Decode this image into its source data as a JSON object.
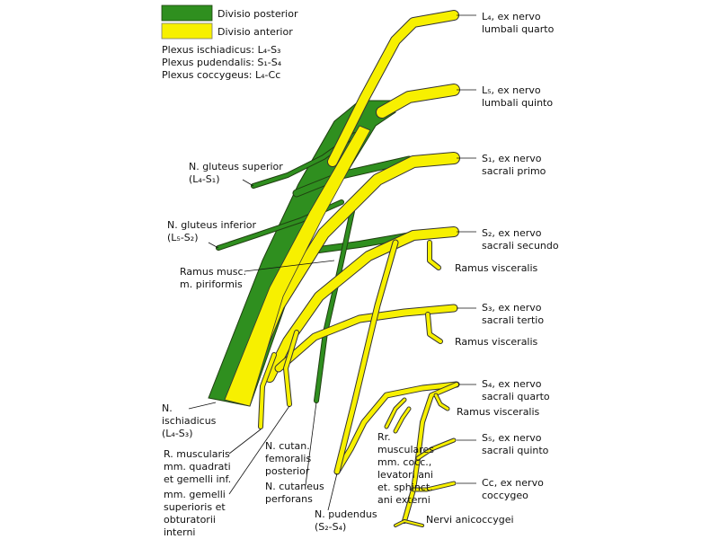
{
  "colors": {
    "posterior": "#2f8f1f",
    "anterior": "#f7f000",
    "outline": "#333333"
  },
  "legend": {
    "posterior_label": "Divisio posterior",
    "anterior_label": "Divisio anterior",
    "plexus_lines": [
      "Plexus ischiadicus: L₄-S₃",
      "Plexus pudendalis: S₁-S₄",
      "Plexus coccygeus: L₄-Cc"
    ]
  },
  "roots": [
    {
      "line1": "L₄, ex nervo",
      "line2": "lumbali quarto"
    },
    {
      "line1": "L₅, ex nervo",
      "line2": "lumbali quinto"
    },
    {
      "line1": "S₁, ex nervo",
      "line2": "sacrali primo"
    },
    {
      "line1": "S₂, ex nervo",
      "line2": "sacrali secundo"
    },
    {
      "line1": "S₃, ex nervo",
      "line2": "sacrali tertio"
    },
    {
      "line1": "S₄, ex nervo",
      "line2": "sacrali quarto"
    },
    {
      "line1": "S₅, ex nervo",
      "line2": "sacrali quinto"
    },
    {
      "line1": "Cc, ex nervo",
      "line2": "coccygeo"
    }
  ],
  "visceral": {
    "r1": "Ramus visceralis",
    "r2": "Ramus visceralis",
    "r3": "Ramus visceralis"
  },
  "labels": {
    "gluteus_superior": [
      "N. gluteus superior",
      "(L₄-S₁)"
    ],
    "gluteus_inferior": [
      "N. gluteus inferior",
      "(L₅-S₂)"
    ],
    "ramus_piriformis": [
      "Ramus musc.",
      "m. piriformis"
    ],
    "ischiadicus": [
      "N.",
      "ischiadicus",
      "(L₄-S₃)"
    ],
    "r_muscularis": [
      "R. muscularis",
      "mm. quadrati",
      "et gemelli inf."
    ],
    "gemelli": [
      "mm. gemelli",
      "superioris et",
      "obturatorii",
      "interni"
    ],
    "cutan_fem": [
      "N. cutan.",
      "femoralis",
      "posterior"
    ],
    "cutaneus_perf": [
      "N. cutaneus",
      "perforans"
    ],
    "pudendus": [
      "N. pudendus",
      "(S₂-S₄)"
    ],
    "rr_musculares": [
      "Rr.",
      "musculares",
      "mm. cocc.,",
      "levatori ani",
      "et. sphinct.",
      "ani externi"
    ],
    "anicoccygei": "Nervi anicoccygei"
  }
}
